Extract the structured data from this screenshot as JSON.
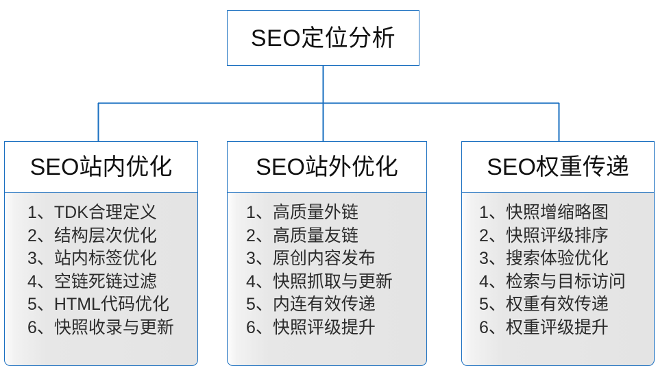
{
  "diagram": {
    "type": "org-chart",
    "root": {
      "label": "SEO定位分析"
    },
    "accent_color": "#1a6fc0",
    "text_color": "#111111",
    "body_fill": "#e4e4e4",
    "columns": [
      {
        "header": "SEO站内优化",
        "items": [
          "1、TDK合理定义",
          "2、结构层次优化",
          "3、站内标签优化",
          "4、空链死链过滤",
          "5、HTML代码优化",
          "6、快照收录与更新"
        ]
      },
      {
        "header": "SEO站外优化",
        "items": [
          "1、高质量外链",
          "2、高质量友链",
          "3、原创内容发布",
          "4、快照抓取与更新",
          "5、内连有效传递",
          "6、快照评级提升"
        ]
      },
      {
        "header": "SEO权重传递",
        "items": [
          "1、快照增缩略图",
          "2、快照评级排序",
          "3、搜索体验优化",
          "4、检索与目标访问",
          "5、权重有效传递",
          "6、权重评级提升"
        ]
      }
    ]
  }
}
